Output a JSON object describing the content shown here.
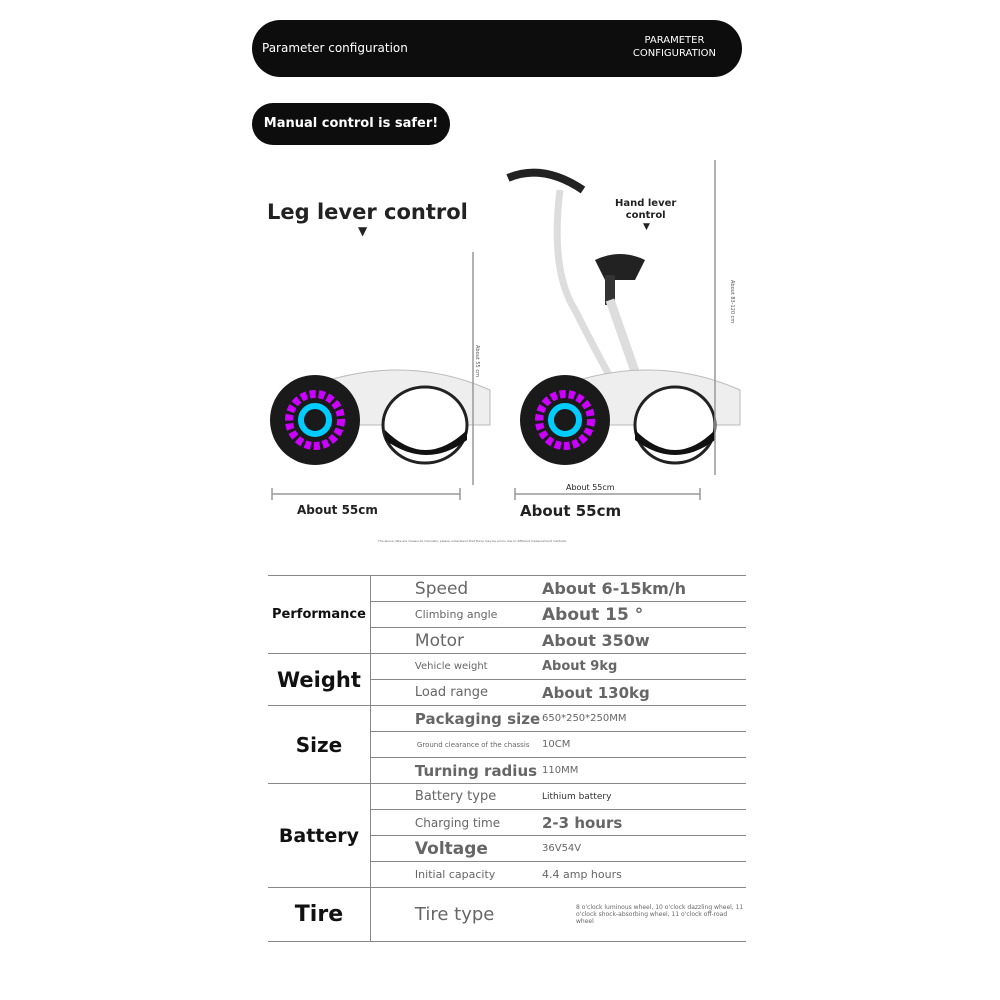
{
  "header": {
    "left": "Parameter configuration",
    "right_line1": "PARAMETER",
    "right_line2": "CONFIGURATION"
  },
  "tagline": "Manual control is safer!",
  "left_product": {
    "title": "Leg lever control",
    "width_label": "About 55cm",
    "height_label": "About 55 cm"
  },
  "right_product": {
    "title_line1": "Hand lever",
    "title_line2": "control",
    "width_label_small": "About 55cm",
    "width_label": "About 55cm",
    "height_label": "About 83-120 cm"
  },
  "caption": "The above data are measured manually, please understand that there may be errors due to different measurement methods",
  "specs": [
    {
      "category": "Performance",
      "rows": [
        {
          "label": "Speed",
          "value": "About 6-15km/h"
        },
        {
          "label": "Climbing angle",
          "value": "About 15 °"
        },
        {
          "label": "Motor",
          "value": "About 350w"
        }
      ]
    },
    {
      "category": "Weight",
      "rows": [
        {
          "label": "Vehicle weight",
          "value": "About 9kg"
        },
        {
          "label": "Load range",
          "value": "About 130kg"
        }
      ]
    },
    {
      "category": "Size",
      "rows": [
        {
          "label": "Packaging size",
          "value": "650*250*250MM"
        },
        {
          "label": "Ground clearance of the chassis",
          "value": "10CM"
        },
        {
          "label": "Turning radius",
          "value": "110MM"
        }
      ]
    },
    {
      "category": "Battery",
      "rows": [
        {
          "label": "Battery type",
          "value": "Lithium battery"
        },
        {
          "label": "Charging time",
          "value": "2-3 hours"
        },
        {
          "label": "Voltage",
          "value": "36V54V"
        },
        {
          "label": "Initial capacity",
          "value": "4.4 amp hours"
        }
      ]
    },
    {
      "category": "Tire",
      "rows": [
        {
          "label": "Tire type",
          "value": "8 o'clock luminous wheel, 10 o'clock dazzling wheel, 11 o'clock shock-absorbing wheel, 11 o'clock off-road wheel"
        }
      ]
    }
  ]
}
